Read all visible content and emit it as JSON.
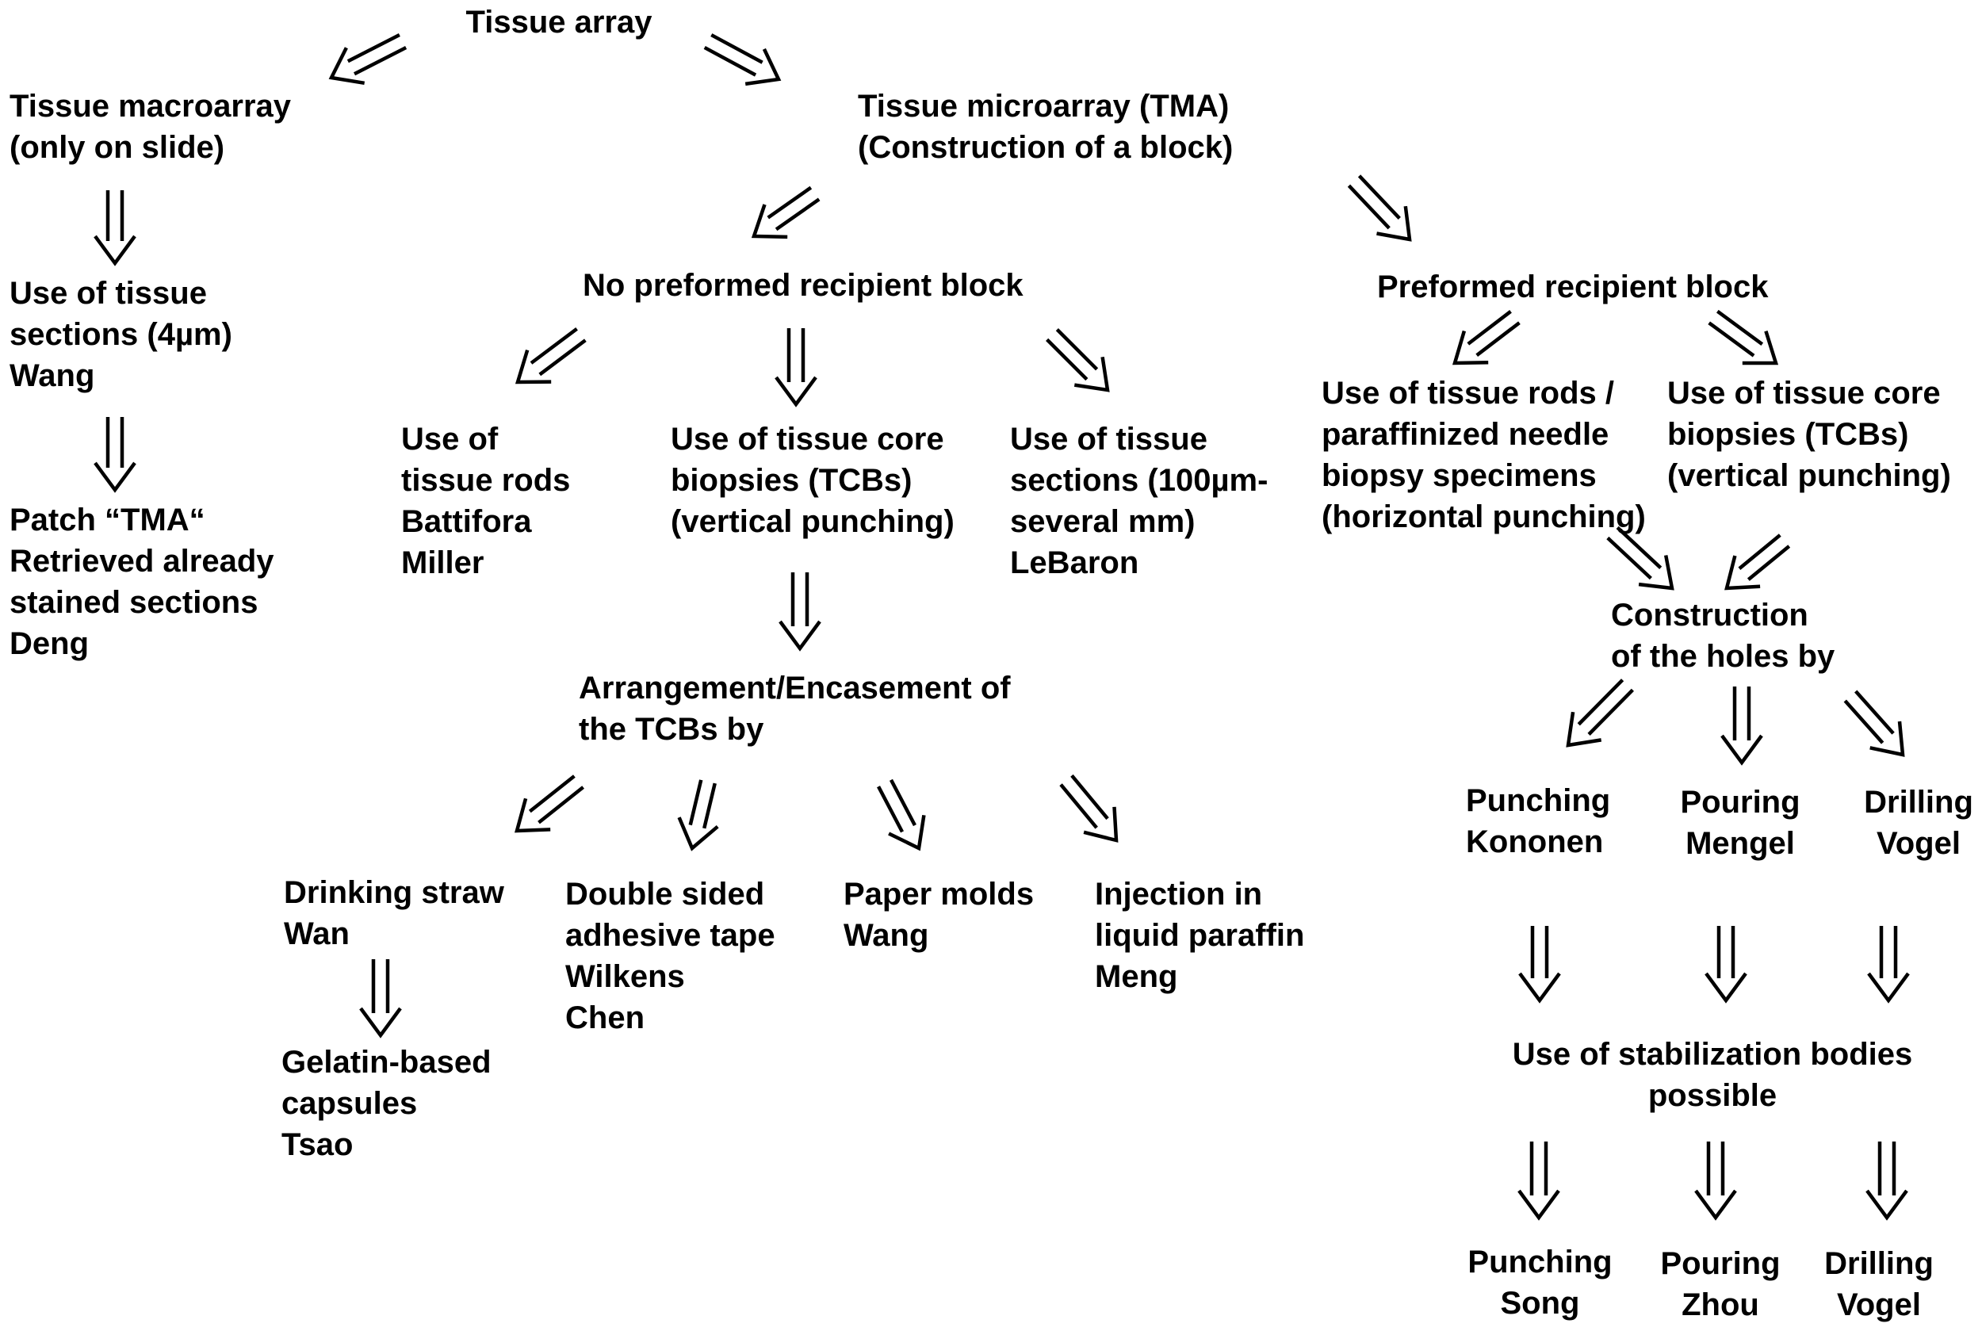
{
  "nodes": {
    "root": [
      "Tissue array"
    ],
    "macro": [
      "Tissue macroarray",
      "(only on slide)"
    ],
    "micro": [
      "Tissue microarray (TMA)",
      "(Construction of a block)"
    ],
    "macro_sections": [
      "Use of tissue",
      "sections (4µm)",
      "Wang"
    ],
    "patch": [
      "Patch “TMA“",
      "Retrieved already",
      "stained sections",
      "Deng"
    ],
    "no_preformed": [
      "No preformed recipient block"
    ],
    "preformed": [
      "Preformed recipient block"
    ],
    "rods": [
      "Use of",
      "tissue rods",
      "Battifora",
      "Miller"
    ],
    "core_biopsies": [
      "Use of tissue core",
      "biopsies (TCBs)",
      "(vertical punching)"
    ],
    "sections_thick": [
      "Use of tissue",
      "sections (100µm-",
      "several mm)",
      "LeBaron"
    ],
    "arrangement": [
      "Arrangement/Encasement of",
      "the TCBs by"
    ],
    "straw": [
      "Drinking straw",
      "Wan"
    ],
    "tape": [
      "Double sided",
      "adhesive tape",
      "Wilkens",
      "Chen"
    ],
    "paper": [
      "Paper molds",
      "Wang"
    ],
    "injection": [
      "Injection in",
      "liquid paraffin",
      "Meng"
    ],
    "gelatin": [
      "Gelatin-based",
      "capsules",
      "Tsao"
    ],
    "pref_rods": [
      "Use of tissue rods /",
      "paraffinized needle",
      "biopsy specimens",
      "(horizontal punching)"
    ],
    "pref_core": [
      "Use of tissue core",
      "biopsies (TCBs)",
      "(vertical punching)"
    ],
    "holes": [
      "Construction",
      "of the holes by"
    ],
    "punching1": [
      "Punching",
      "Kononen"
    ],
    "pouring1": [
      "Pouring",
      "Mengel"
    ],
    "drilling1": [
      "Drilling",
      "Vogel"
    ],
    "stabilization": [
      "Use of stabilization bodies",
      "possible"
    ],
    "punching2": [
      "Punching",
      "Song"
    ],
    "pouring2": [
      "Pouring",
      "Zhou"
    ],
    "drilling2": [
      "Drilling",
      "Vogel"
    ]
  },
  "colors": {
    "text": "#000000",
    "arrow_stroke": "#000000",
    "arrow_fill": "#ffffff",
    "background": "#ffffff"
  },
  "icons": {
    "arrow": "double-stroke-hollow-arrow"
  }
}
